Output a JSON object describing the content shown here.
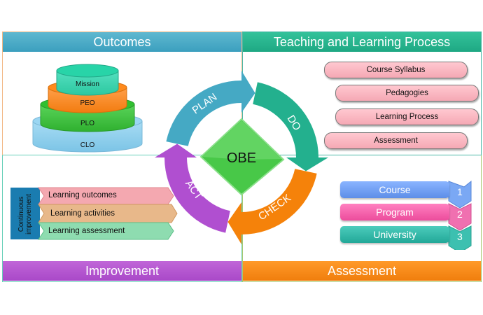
{
  "quadrants": {
    "outcomes": {
      "title": "Outcomes",
      "color": "#4aaac8"
    },
    "teaching": {
      "title": "Teaching and Learning Process",
      "color": "#26b28e"
    },
    "improvement": {
      "title": "Improvement",
      "color": "#b656d0"
    },
    "assessment": {
      "title": "Assessment",
      "color": "#f5890f"
    }
  },
  "outcome_tiers": [
    {
      "label": "Mission",
      "color": "#3dd6b0"
    },
    {
      "label": "PEO",
      "color": "#ff8a1c"
    },
    {
      "label": "PLO",
      "color": "#3cc43c"
    },
    {
      "label": "CLO",
      "color": "#8ccfee"
    }
  ],
  "teaching_items": [
    "Course Syllabus",
    "Pedagogies",
    "Learning Process",
    "Assessment"
  ],
  "improvement": {
    "side_label_line1": "Continuous",
    "side_label_line2": "improvement",
    "items": [
      {
        "label": "Learning outcomes",
        "color": "#f4a8b0"
      },
      {
        "label": "Learning activities",
        "color": "#e8b88a"
      },
      {
        "label": "Learning assessment",
        "color": "#8edcb0"
      }
    ]
  },
  "assessment_levels": [
    {
      "label": "Course",
      "number": "1",
      "color": "#6f9cf0"
    },
    {
      "label": "Program",
      "number": "2",
      "color": "#f060a8"
    },
    {
      "label": "University",
      "number": "3",
      "color": "#2fb8a8"
    }
  ],
  "cycle": {
    "center": "OBE",
    "steps": [
      {
        "label": "PLAN",
        "color": "#45a9c4"
      },
      {
        "label": "DO",
        "color": "#23b08e"
      },
      {
        "label": "CHECK",
        "color": "#f5820a"
      },
      {
        "label": "ACT",
        "color": "#b04fd0"
      }
    ]
  }
}
